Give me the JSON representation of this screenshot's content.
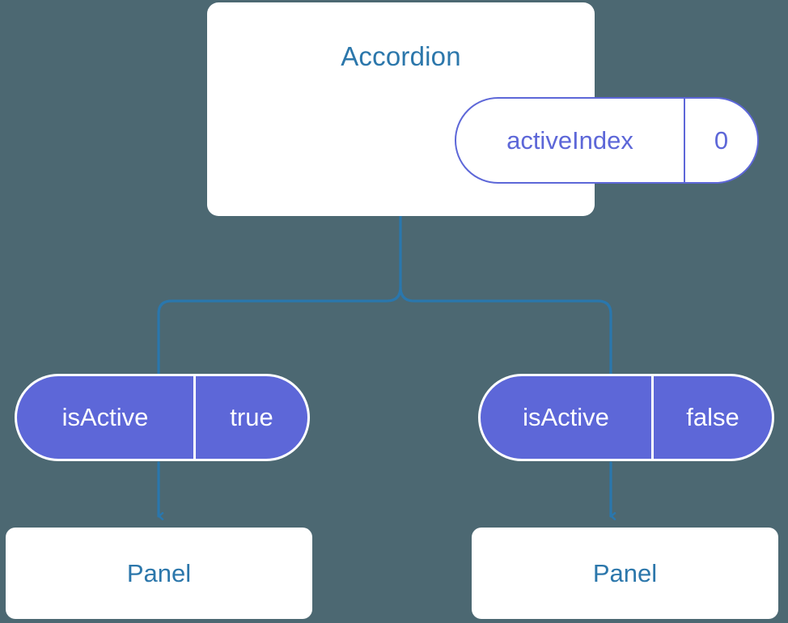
{
  "diagram": {
    "type": "component-state-tree",
    "background_color": "#4c6872",
    "accent_blue": "#2c77ab",
    "accent_purple": "#5d67d8",
    "root": {
      "title": "Accordion",
      "state": {
        "key": "activeIndex",
        "value": "0"
      }
    },
    "branches": [
      {
        "prop": {
          "key": "isActive",
          "value": "true"
        },
        "child": {
          "title": "Panel"
        }
      },
      {
        "prop": {
          "key": "isActive",
          "value": "false"
        },
        "child": {
          "title": "Panel"
        }
      }
    ]
  }
}
